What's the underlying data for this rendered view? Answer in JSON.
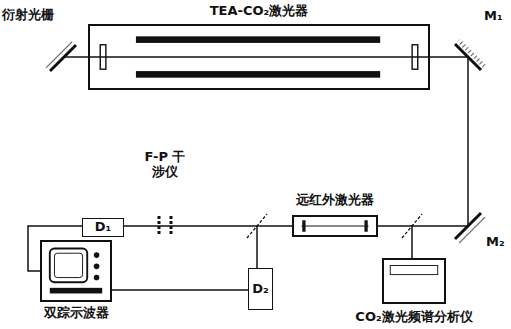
{
  "diagram": {
    "nodes": [
      {
        "text": [
          "TEA-CO₂激光器"
        ]
      },
      {
        "text": [
          "远红外激光器"
        ]
      },
      {
        "text": [
          "D₁"
        ]
      },
      {
        "text": [
          "D₂"
        ]
      },
      {
        "text": [
          "CO₂激光频谱分析仪"
        ]
      },
      {
        "text": [
          "双踪示波器"
        ]
      },
      {
        "text": [
          "F-P 干涉仪"
        ]
      }
    ],
    "edges": [
      {
        "from": 2,
        "to": 5,
        "arrow": "none"
      },
      {
        "from": 3,
        "to": 5,
        "arrow": "none"
      },
      {
        "from": 1,
        "to": 6,
        "arrow": "none"
      },
      {
        "from": 6,
        "to": 2,
        "arrow": "none"
      }
    ],
    "labels": [
      "衍射光栅",
      "M₁",
      "M₂"
    ]
  }
}
